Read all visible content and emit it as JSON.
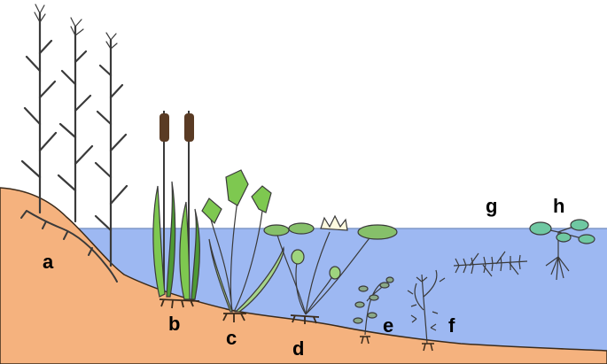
{
  "labels": {
    "a": "a",
    "b": "b",
    "c": "c",
    "d": "d",
    "e": "e",
    "f": "f",
    "g": "g",
    "h": "h"
  },
  "colors": {
    "water": "#9db8f2",
    "water_line": "#7f97c8",
    "soil": "#f5b27e",
    "soil_outline": "#3a2a1a",
    "reed": "#3a3a3a",
    "cattail_head": "#5a3b24",
    "leaf_green": "#7ec850",
    "leaf_dark": "#4f9a35",
    "pad_green": "#86c06a",
    "flower": "#fffbe0",
    "submerged": "#8aa888"
  }
}
